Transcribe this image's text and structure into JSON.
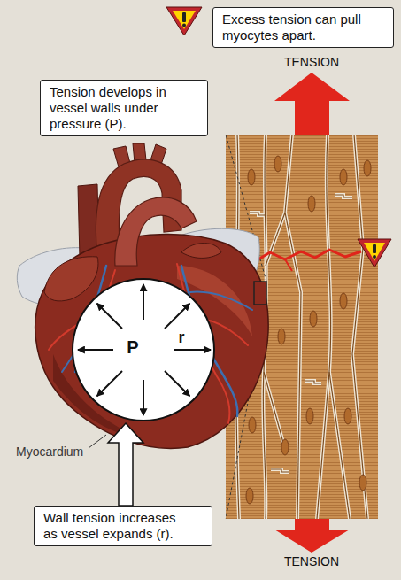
{
  "diagram": {
    "nodes": [
      {
        "text": [
          "Excess tension can pull myocytes apart."
        ]
      },
      {
        "text": [
          "Tension develops in vessel walls under pressure (P)."
        ]
      },
      {
        "text": [
          "Wall tension increases as vessel expands (r)."
        ]
      }
    ],
    "labels": [
      "TENSION",
      "P",
      "r",
      "Myocardium",
      "TENSION"
    ]
  }
}
